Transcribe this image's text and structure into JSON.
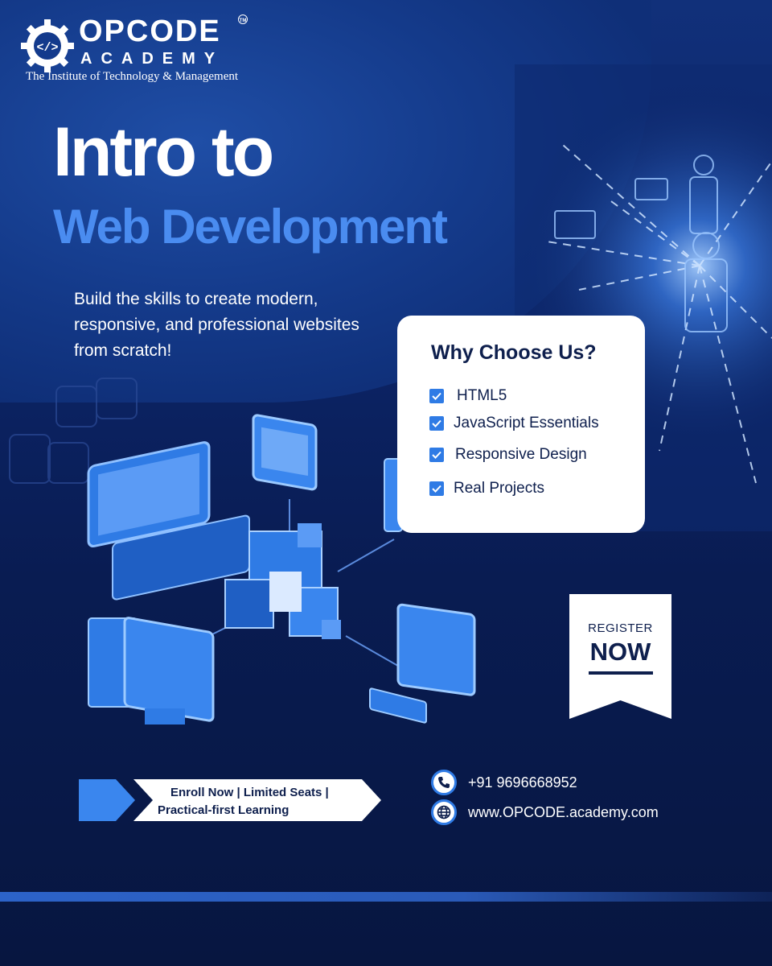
{
  "brand": {
    "name": "OPCODE",
    "trademark": "TM",
    "subtitle": "ACADEMY",
    "tagline": "The Institute of Technology & Management"
  },
  "headline": {
    "line1": "Intro to",
    "line2": "Web Development"
  },
  "description": "Build the skills to create modern, responsive, and professional websites from scratch!",
  "why_choose": {
    "title": "Why Choose Us?",
    "items": [
      {
        "label": "HTML5",
        "icon": "checkbox-checked-icon"
      },
      {
        "label": "JavaScript Essentials",
        "icon": "checkbox-checked-icon"
      },
      {
        "label": "Responsive Design",
        "icon": "checkbox-checked-icon"
      },
      {
        "label": "Real Projects",
        "icon": "checkbox-checked-icon"
      }
    ]
  },
  "register": {
    "line1": "REGISTER",
    "line2": "NOW"
  },
  "enroll_banner": {
    "line1": "Enroll Now | Limited Seats |",
    "line2": "Practical-first Learning"
  },
  "contact": {
    "phone": "+91 9696668952",
    "phone_icon": "phone-icon",
    "website": "www.OPCODE.academy.com",
    "website_icon": "globe-icon"
  },
  "colors": {
    "background": "#0c2466",
    "accent": "#4a8cf0",
    "check": "#2f7be5",
    "card": "#ffffff",
    "dark_text": "#0e1f4d"
  }
}
